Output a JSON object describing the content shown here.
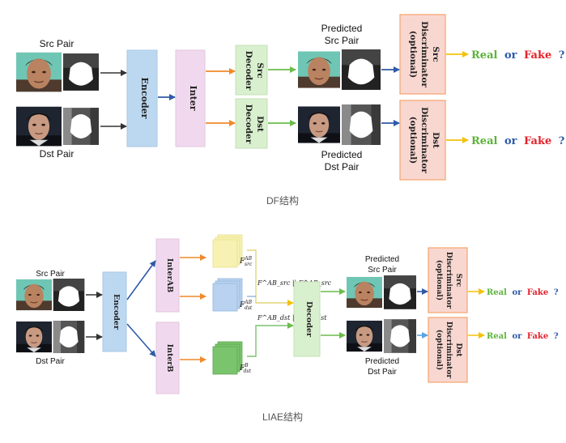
{
  "df": {
    "caption": "DF结构",
    "src_pair": "Src Pair",
    "dst_pair": "Dst Pair",
    "encoder": "Encoder",
    "inter": "Inter",
    "src_decoder": [
      "Src",
      "Decoder"
    ],
    "dst_decoder": [
      "Dst",
      "Decoder"
    ],
    "predicted_src": [
      "Predicted",
      "Src Pair"
    ],
    "predicted_dst": [
      "Predicted",
      "Dst Pair"
    ],
    "src_disc": [
      "Src",
      "Discriminator",
      "(optional)"
    ],
    "dst_disc": [
      "Dst",
      "Discriminator",
      "(optional)"
    ],
    "verdict": {
      "real": "Real",
      "or": "or",
      "fake": "Fake",
      "q": "?"
    }
  },
  "liae": {
    "caption": "LIAE结构",
    "src_pair": "Src Pair",
    "dst_pair": "Dst Pair",
    "encoder": "Encoder",
    "inter_ab": "InterAB",
    "inter_b": "InterB",
    "f_src_ab": {
      "base": "F",
      "sup": "AB",
      "sub": "src"
    },
    "f_dst_ab": {
      "base": "F",
      "sup": "AB",
      "sub": "dst"
    },
    "f_dst_b": {
      "base": "F",
      "sup": "B",
      "sub": "dst"
    },
    "concat_src": "F^AB_src || F^AB_src",
    "concat_dst": "F^AB_dst || F^B_dst",
    "decoder": "Decoder",
    "predicted_src": [
      "Predicted",
      "Src Pair"
    ],
    "predicted_dst": [
      "Predicted",
      "Dst Pair"
    ],
    "src_disc": [
      "Src",
      "Discriminator",
      "(optional)"
    ],
    "dst_disc": [
      "Dst",
      "Discriminator",
      "(optional)"
    ],
    "verdict": {
      "real": "Real",
      "or": "or",
      "fake": "Fake",
      "q": "?"
    }
  },
  "colors": {
    "encoder": "#bcd8f1",
    "inter": "#f0d9ee",
    "decoder": "#d9f0cf",
    "discriminator": "#f9d7d1",
    "disc_border": "#f6a36a",
    "arrow_orange": "#ef8a2c",
    "arrow_green": "#6cbc4b",
    "arrow_blue": "#2f5aa8",
    "arrow_yellow": "#f4c20d",
    "real": "#5cb33a",
    "or": "#2f5aa8",
    "fake": "#e4212a",
    "feat_yellow": "#f7f2b3",
    "feat_blue": "#b9d2ef",
    "feat_green": "#7bc46e"
  },
  "icons": [
    "face-photo",
    "face-mask",
    "feature-stack"
  ]
}
